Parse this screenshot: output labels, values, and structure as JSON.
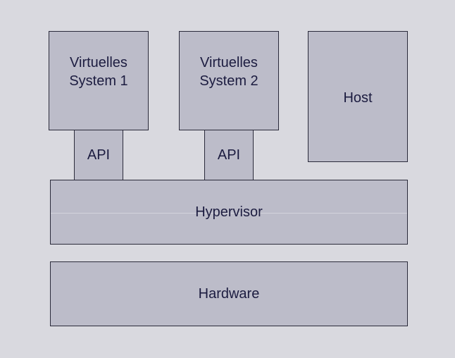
{
  "diagram": {
    "virtual_system_1": "Virtuelles\nSystem 1",
    "virtual_system_2": "Virtuelles\nSystem 2",
    "host": "Host",
    "api_1": "API",
    "api_2": "API",
    "hypervisor": "Hypervisor",
    "hardware": "Hardware"
  },
  "colors": {
    "background": "#d9d9df",
    "box_fill": "#bcbcc9",
    "box_border": "#2a2a3a",
    "text": "#1c1c40"
  }
}
